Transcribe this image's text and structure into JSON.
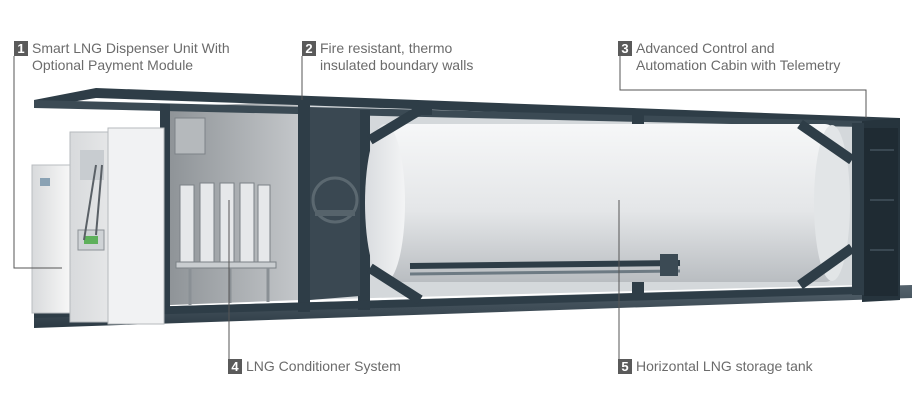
{
  "callouts": [
    {
      "number": "1",
      "lines": [
        "Smart LNG Dispenser Unit With",
        "Optional Payment Module"
      ]
    },
    {
      "number": "2",
      "lines": [
        "Fire resistant, thermo",
        "insulated boundary walls"
      ]
    },
    {
      "number": "3",
      "lines": [
        "Advanced Control and",
        "Automation Cabin with Telemetry"
      ]
    },
    {
      "number": "4",
      "lines": [
        "LNG Conditioner System"
      ]
    },
    {
      "number": "5",
      "lines": [
        "Horizontal LNG storage tank"
      ]
    }
  ],
  "colors": {
    "frame": "#2e3d47",
    "tank": "#e9eaeb",
    "label": "#6b6b6b",
    "badge": "#5a5a5a",
    "leader": "#555555"
  }
}
